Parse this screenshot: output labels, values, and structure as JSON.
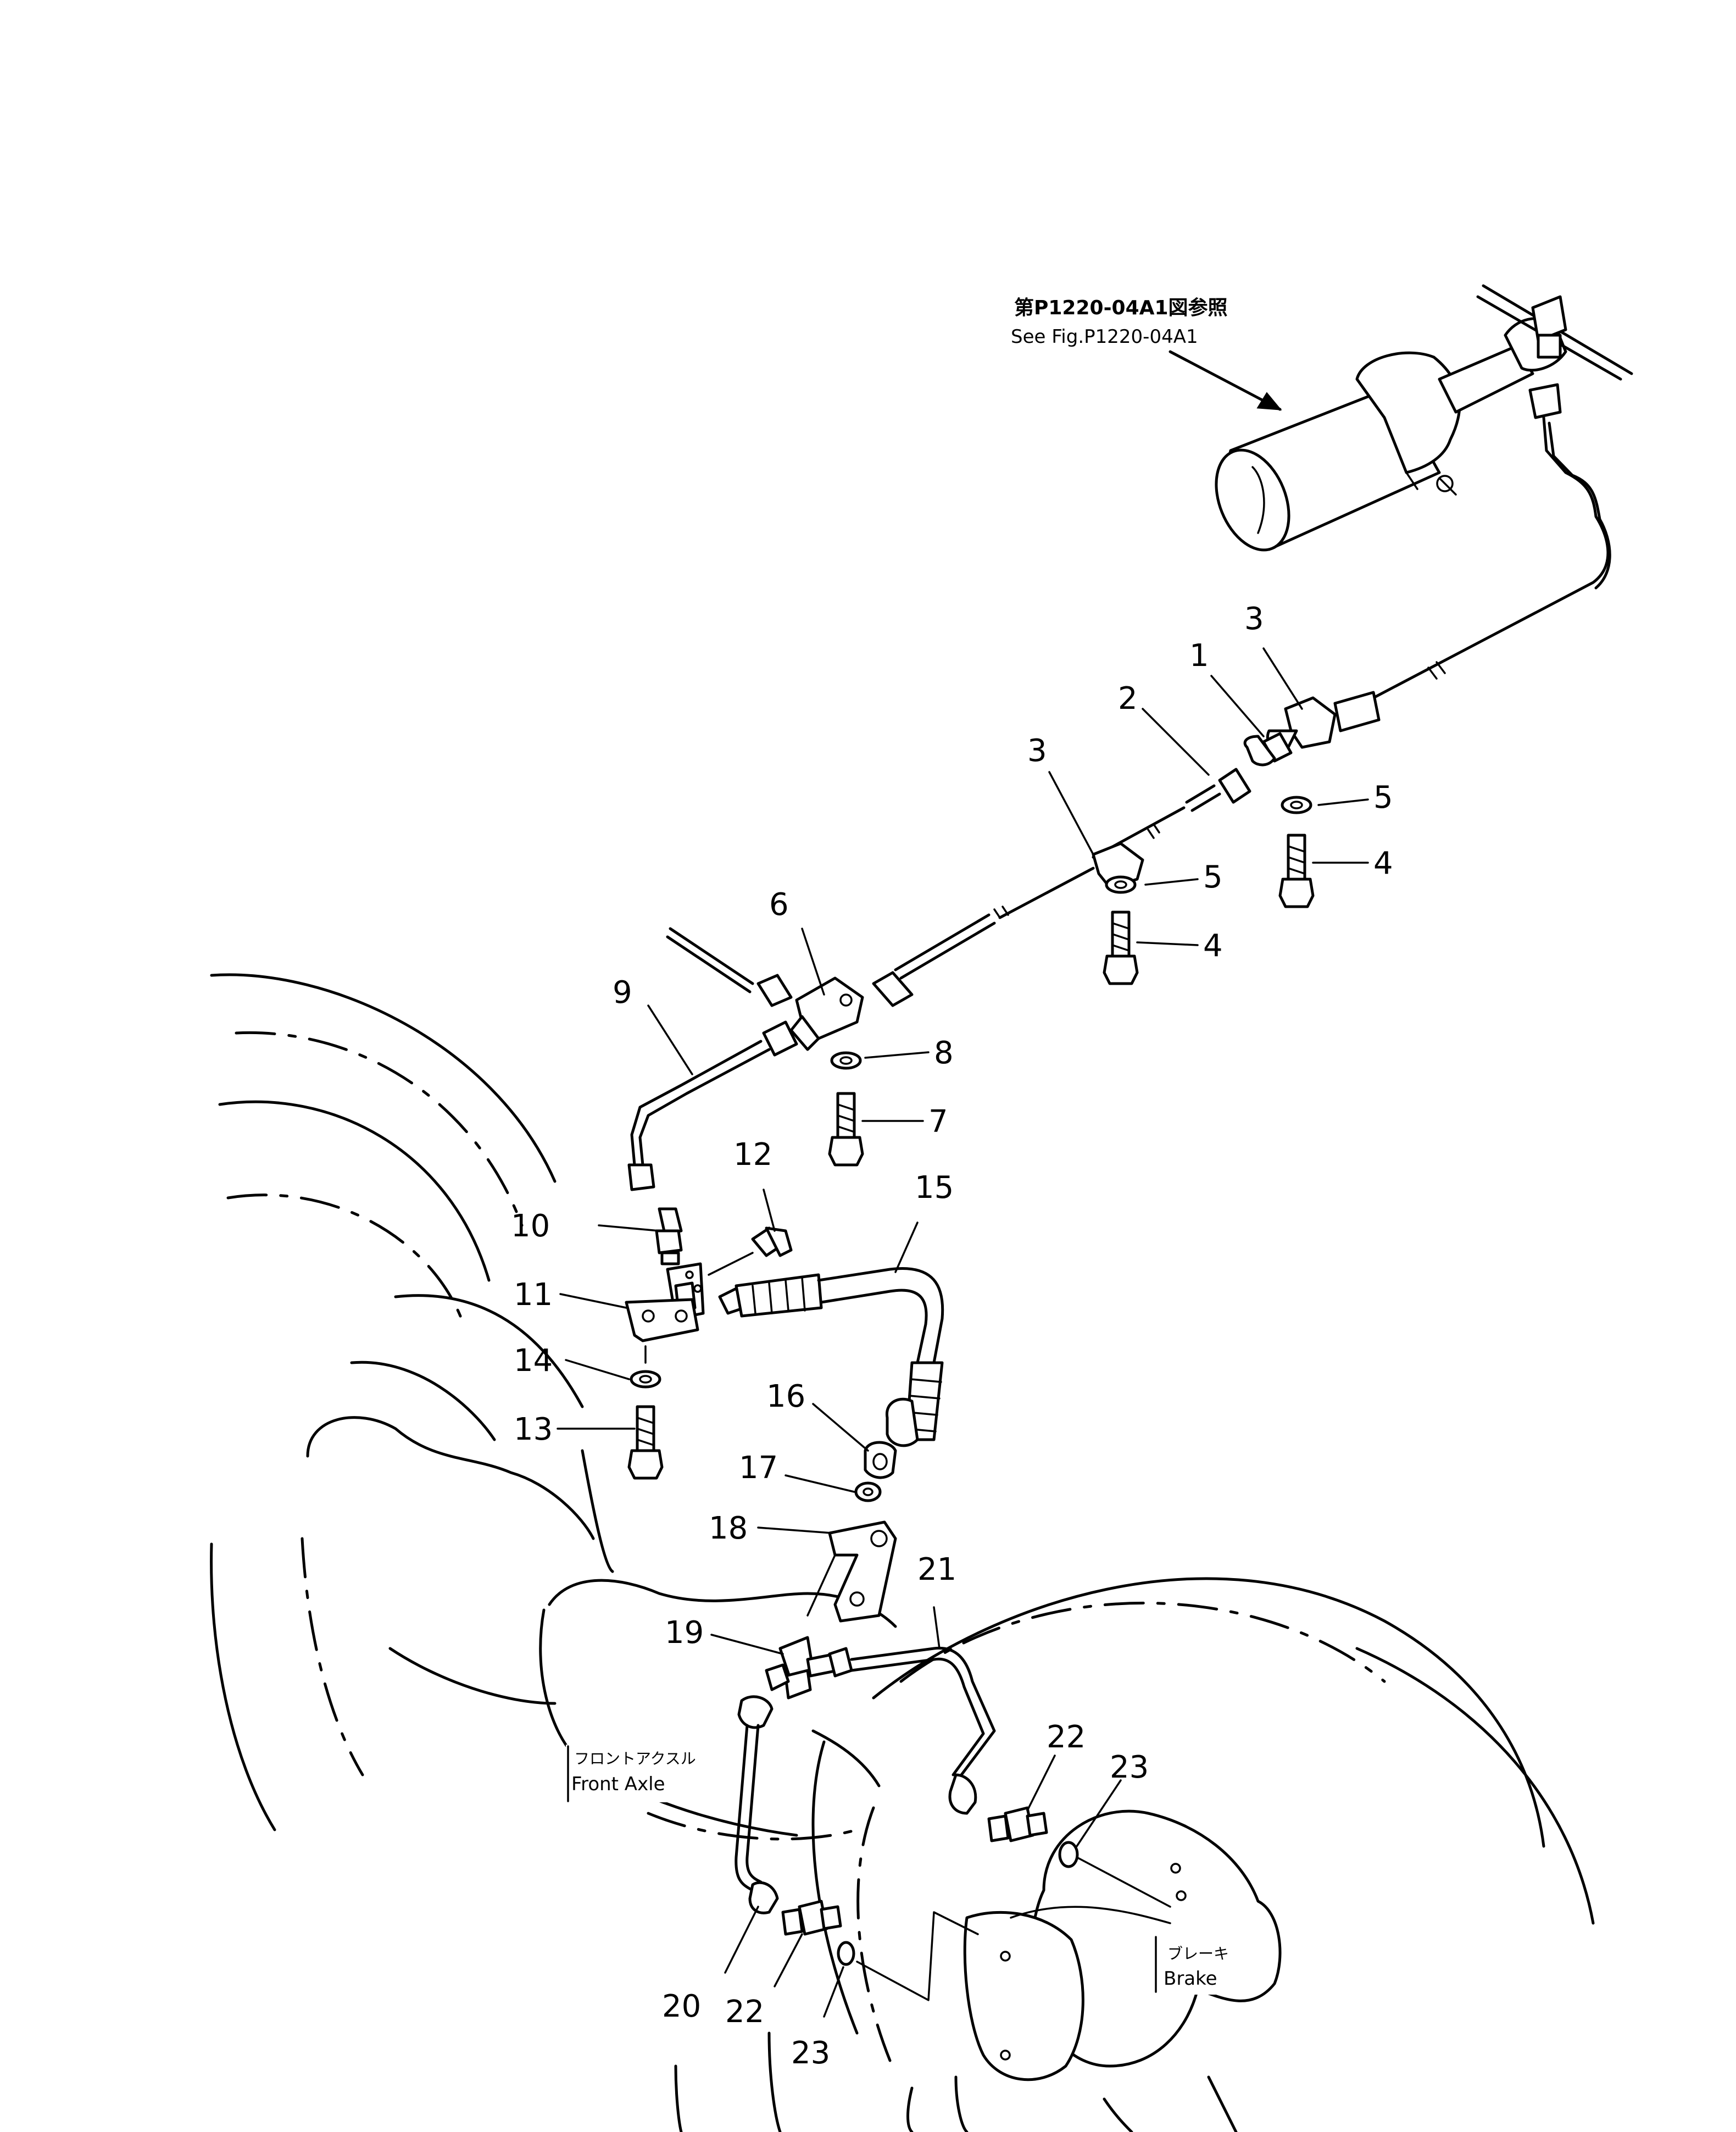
{
  "figure_reference": {
    "line1": "第P1220-04A1図参照",
    "line2": "See Fig.P1220-04A1"
  },
  "labels": {
    "front_axle_jp": "フロントアクスル",
    "front_axle_en": "Front  Axle",
    "brake_jp": "ブレーキ",
    "brake_en": "Brake"
  },
  "callouts": {
    "c1": "1",
    "c2": "2",
    "c3a": "3",
    "c3b": "3",
    "c4a": "4",
    "c4b": "4",
    "c5a": "5",
    "c5b": "5",
    "c6": "6",
    "c7": "7",
    "c8": "8",
    "c9": "9",
    "c10": "10",
    "c11": "11",
    "c12": "12",
    "c13": "13",
    "c14": "14",
    "c15": "15",
    "c16": "16",
    "c17": "17",
    "c18": "18",
    "c19": "19",
    "c20": "20",
    "c21": "21",
    "c22a": "22",
    "c22b": "22",
    "c23a": "23",
    "c23b": "23"
  }
}
